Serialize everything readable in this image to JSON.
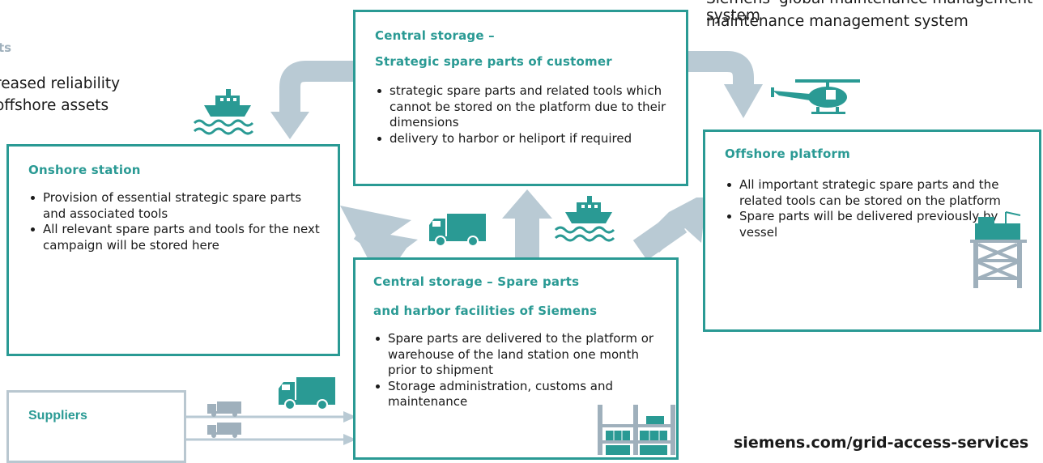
{
  "header": {
    "top_right_partial": "Siemens' global maintenance management system",
    "top_right_line2": "maintenance management system",
    "left_partial_heading": "ts",
    "left_partial_line1": "reased reliability",
    "left_partial_line2": "offshore assets"
  },
  "central_strategic": {
    "title_line1": "Central storage –",
    "title_line2": "Strategic spare parts of customer",
    "bullets": [
      "strategic spare parts and related tools which cannot be stored on the platform due to their dimensions",
      "delivery to harbor or heliport if required"
    ]
  },
  "onshore": {
    "title": "Onshore station",
    "bullets": [
      "Provision of essential strategic spare parts and associated tools",
      "All relevant spare parts and tools for the next campaign will be stored here"
    ]
  },
  "offshore": {
    "title": "Offshore platform",
    "bullets": [
      "All important strategic spare parts and the related tools can be stored on the platform",
      "Spare parts will be delivered previously by vessel"
    ]
  },
  "central_siemens": {
    "title_line1": "Central storage – Spare parts",
    "title_line2": "and harbor facilities of Siemens",
    "bullets": [
      "Spare parts are delivered to the platform or warehouse of the land station one month prior to shipment",
      "Storage administration, customs and maintenance"
    ]
  },
  "suppliers": {
    "title": "Suppliers"
  },
  "footer": {
    "url": "siemens.com/grid-access-services"
  },
  "colors": {
    "accent": "#2a9a94",
    "arrow": "#b9cad4",
    "icon_teal": "#2a9a94",
    "icon_gray": "#9fb0bc"
  },
  "icons": [
    "ship-icon",
    "truck-icon",
    "helicopter-icon",
    "platform-icon",
    "warehouse-icon"
  ]
}
